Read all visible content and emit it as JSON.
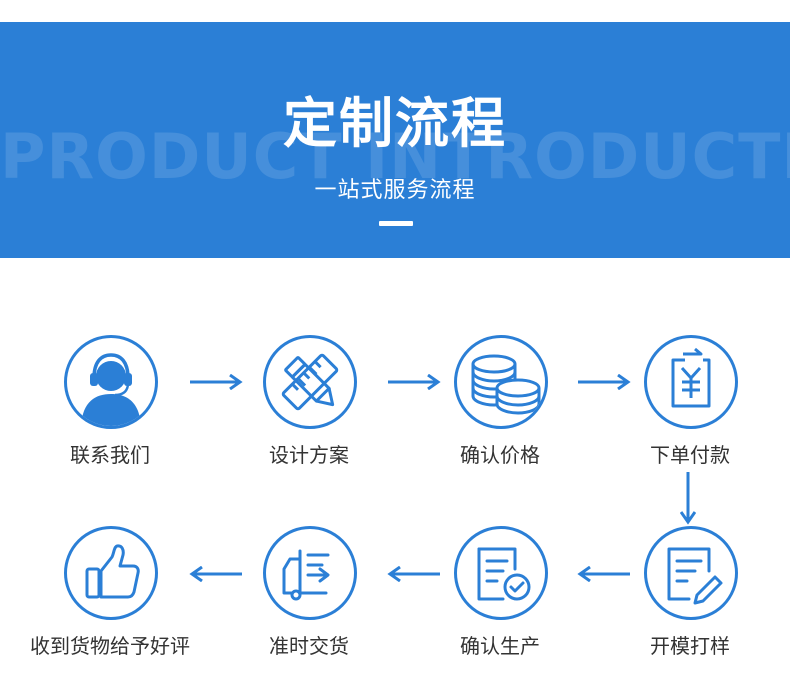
{
  "banner": {
    "watermark": "PRODUCT INTRODUCTION",
    "title": "定制流程",
    "subtitle": "一站式服务流程"
  },
  "colors": {
    "accent": "#2b7fd6",
    "label": "#333333"
  },
  "steps": [
    {
      "label": "联系我们",
      "icon": "customer-service-icon"
    },
    {
      "label": "设计方案",
      "icon": "pencil-ruler-icon"
    },
    {
      "label": "确认价格",
      "icon": "coin-stack-icon"
    },
    {
      "label": "下单付款",
      "icon": "yuan-payment-icon"
    },
    {
      "label": "开模打样",
      "icon": "edit-document-icon"
    },
    {
      "label": "确认生产",
      "icon": "checked-document-icon"
    },
    {
      "label": "准时交货",
      "icon": "delivery-truck-icon"
    },
    {
      "label": "收到货物给予好评",
      "icon": "thumbs-up-icon"
    }
  ]
}
